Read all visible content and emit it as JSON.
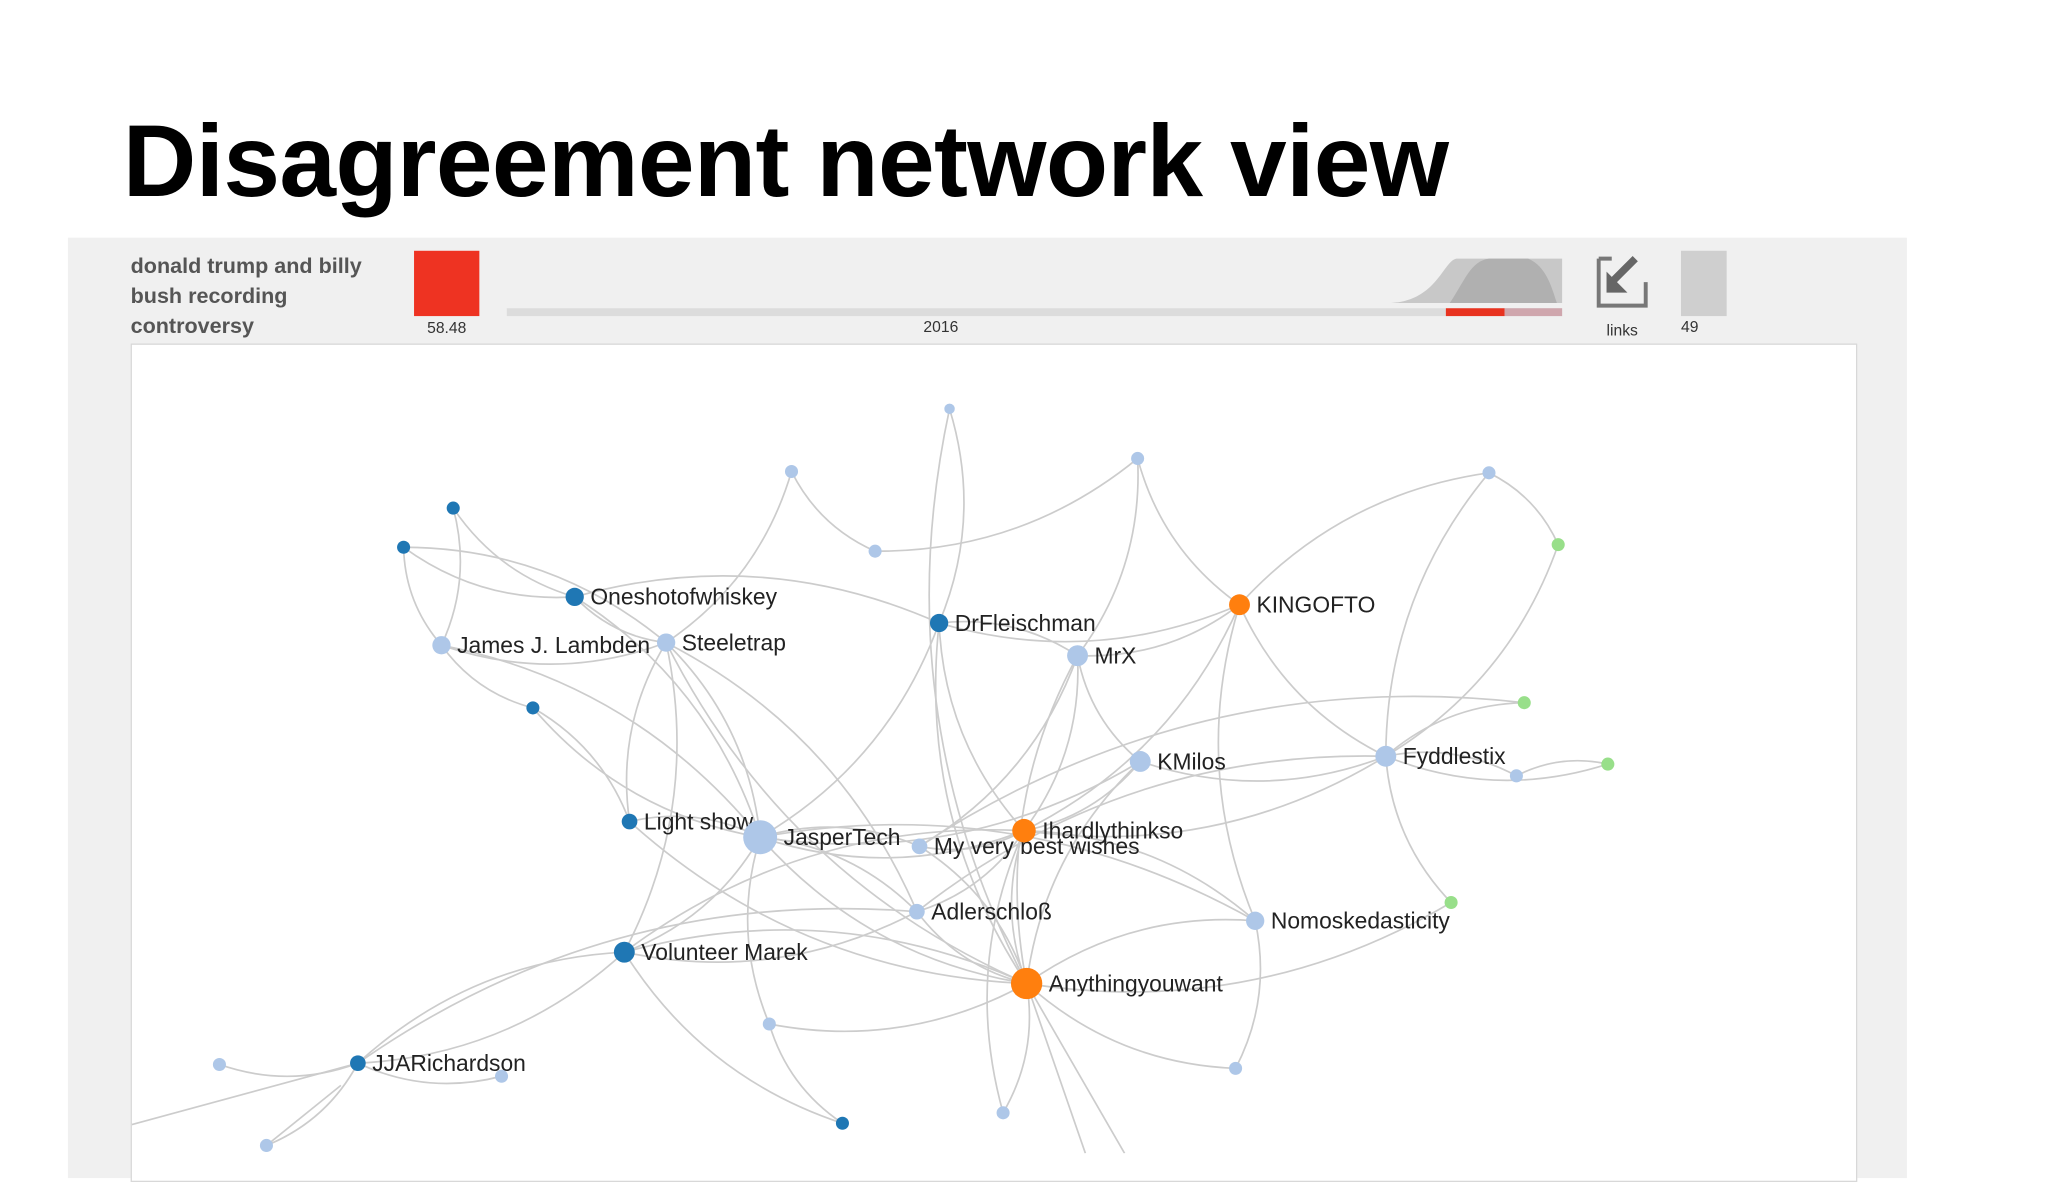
{
  "title": "Disagreement network view",
  "header": {
    "topic": "donald trump and billy bush recording controversy",
    "score_label": "58.48",
    "timeline_label": "2016",
    "links_label": "links",
    "count_label": "49",
    "links_icon": "export-arrow-icon"
  },
  "colors": {
    "dark_blue": "#1f77b4",
    "light_blue": "#aec7e8",
    "orange": "#ff7f0e",
    "green": "#98df8a",
    "edge": "#cccccc",
    "accent_red": "#ee3322"
  },
  "network": {
    "nodes": [
      {
        "id": "a",
        "label": "",
        "type": "light_blue"
      },
      {
        "id": "b",
        "label": "",
        "type": "light_blue"
      },
      {
        "id": "c",
        "label": "",
        "type": "light_blue"
      },
      {
        "id": "d",
        "label": "",
        "type": "light_blue"
      },
      {
        "id": "e",
        "label": "",
        "type": "green"
      },
      {
        "id": "f",
        "label": "",
        "type": "dark_blue"
      },
      {
        "id": "g",
        "label": "",
        "type": "dark_blue"
      },
      {
        "id": "h",
        "label": "",
        "type": "light_blue"
      },
      {
        "id": "osw",
        "label": "Oneshotofwhiskey",
        "type": "dark_blue"
      },
      {
        "id": "drf",
        "label": "DrFleischman",
        "type": "dark_blue"
      },
      {
        "id": "king",
        "label": "KINGOFTO",
        "type": "orange"
      },
      {
        "id": "jjl",
        "label": "James J. Lambden",
        "type": "light_blue"
      },
      {
        "id": "steel",
        "label": "Steeletrap",
        "type": "light_blue"
      },
      {
        "id": "mrx",
        "label": "MrX",
        "type": "light_blue"
      },
      {
        "id": "i",
        "label": "",
        "type": "dark_blue"
      },
      {
        "id": "kmil",
        "label": "KMilos",
        "type": "light_blue"
      },
      {
        "id": "fyd",
        "label": "Fyddlestix",
        "type": "light_blue"
      },
      {
        "id": "j",
        "label": "",
        "type": "green"
      },
      {
        "id": "k",
        "label": "",
        "type": "green"
      },
      {
        "id": "l",
        "label": "",
        "type": "light_blue"
      },
      {
        "id": "light",
        "label": "Light show",
        "type": "dark_blue"
      },
      {
        "id": "jasper",
        "label": "JasperTech",
        "type": "light_blue"
      },
      {
        "id": "mvbw",
        "label": "My very best wishes",
        "type": "light_blue"
      },
      {
        "id": "ihard",
        "label": "Ihardlythinkso",
        "type": "orange"
      },
      {
        "id": "adler",
        "label": "Adlerschloß",
        "type": "light_blue"
      },
      {
        "id": "nomo",
        "label": "Nomoskedasticity",
        "type": "light_blue"
      },
      {
        "id": "m",
        "label": "",
        "type": "green"
      },
      {
        "id": "vm",
        "label": "Volunteer Marek",
        "type": "dark_blue"
      },
      {
        "id": "any",
        "label": "Anythingyouwant",
        "type": "orange"
      },
      {
        "id": "n",
        "label": "",
        "type": "light_blue"
      },
      {
        "id": "o",
        "label": "",
        "type": "light_blue"
      },
      {
        "id": "jja",
        "label": "JJARichardson",
        "type": "dark_blue"
      },
      {
        "id": "p",
        "label": "",
        "type": "light_blue"
      },
      {
        "id": "q",
        "label": "",
        "type": "light_blue"
      },
      {
        "id": "r",
        "label": "",
        "type": "light_blue"
      },
      {
        "id": "s",
        "label": "",
        "type": "dark_blue"
      },
      {
        "id": "t",
        "label": "",
        "type": "light_blue"
      }
    ],
    "edges": [
      [
        "a",
        "drf"
      ],
      [
        "a",
        "any"
      ],
      [
        "b",
        "steel"
      ],
      [
        "b",
        "h"
      ],
      [
        "c",
        "h"
      ],
      [
        "c",
        "king"
      ],
      [
        "c",
        "mrx"
      ],
      [
        "d",
        "fyd"
      ],
      [
        "d",
        "e"
      ],
      [
        "d",
        "king"
      ],
      [
        "e",
        "fyd"
      ],
      [
        "f",
        "osw"
      ],
      [
        "f",
        "jjl"
      ],
      [
        "g",
        "jjl"
      ],
      [
        "g",
        "steel"
      ],
      [
        "g",
        "osw"
      ],
      [
        "osw",
        "jasper"
      ],
      [
        "osw",
        "steel"
      ],
      [
        "osw",
        "drf"
      ],
      [
        "jjl",
        "i"
      ],
      [
        "jjl",
        "jasper"
      ],
      [
        "jjl",
        "steel"
      ],
      [
        "steel",
        "jasper"
      ],
      [
        "steel",
        "light"
      ],
      [
        "steel",
        "vm"
      ],
      [
        "steel",
        "any"
      ],
      [
        "steel",
        "adler"
      ],
      [
        "drf",
        "king"
      ],
      [
        "drf",
        "mrx"
      ],
      [
        "drf",
        "any"
      ],
      [
        "drf",
        "jasper"
      ],
      [
        "drf",
        "ihard"
      ],
      [
        "king",
        "mrx"
      ],
      [
        "king",
        "fyd"
      ],
      [
        "king",
        "ihard"
      ],
      [
        "king",
        "nomo"
      ],
      [
        "mrx",
        "ihard"
      ],
      [
        "mrx",
        "any"
      ],
      [
        "mrx",
        "mvbw"
      ],
      [
        "mrx",
        "kmil"
      ],
      [
        "i",
        "light"
      ],
      [
        "i",
        "jasper"
      ],
      [
        "kmil",
        "ihard"
      ],
      [
        "kmil",
        "any"
      ],
      [
        "kmil",
        "jasper"
      ],
      [
        "kmil",
        "fyd"
      ],
      [
        "fyd",
        "j"
      ],
      [
        "fyd",
        "k"
      ],
      [
        "fyd",
        "l"
      ],
      [
        "fyd",
        "m"
      ],
      [
        "fyd",
        "ihard"
      ],
      [
        "fyd",
        "adler"
      ],
      [
        "l",
        "k"
      ],
      [
        "j",
        "mvbw"
      ],
      [
        "light",
        "jasper"
      ],
      [
        "light",
        "any"
      ],
      [
        "jasper",
        "mvbw"
      ],
      [
        "jasper",
        "ihard"
      ],
      [
        "jasper",
        "adler"
      ],
      [
        "jasper",
        "any"
      ],
      [
        "jasper",
        "vm"
      ],
      [
        "jasper",
        "n"
      ],
      [
        "jasper",
        "nomo"
      ],
      [
        "mvbw",
        "ihard"
      ],
      [
        "mvbw",
        "any"
      ],
      [
        "ihard",
        "any"
      ],
      [
        "ihard",
        "adler"
      ],
      [
        "ihard",
        "vm"
      ],
      [
        "ihard",
        "nomo"
      ],
      [
        "adler",
        "any"
      ],
      [
        "adler",
        "vm"
      ],
      [
        "adler",
        "jja"
      ],
      [
        "nomo",
        "o"
      ],
      [
        "nomo",
        "any"
      ],
      [
        "m",
        "any"
      ],
      [
        "vm",
        "jja"
      ],
      [
        "vm",
        "any"
      ],
      [
        "vm",
        "s"
      ],
      [
        "any",
        "t"
      ],
      [
        "any",
        "o"
      ],
      [
        "any",
        "n"
      ],
      [
        "n",
        "s"
      ],
      [
        "jja",
        "p"
      ],
      [
        "jja",
        "q"
      ],
      [
        "jja",
        "r"
      ],
      [
        "jja",
        "vm"
      ],
      [
        "t",
        "ihard"
      ]
    ]
  }
}
